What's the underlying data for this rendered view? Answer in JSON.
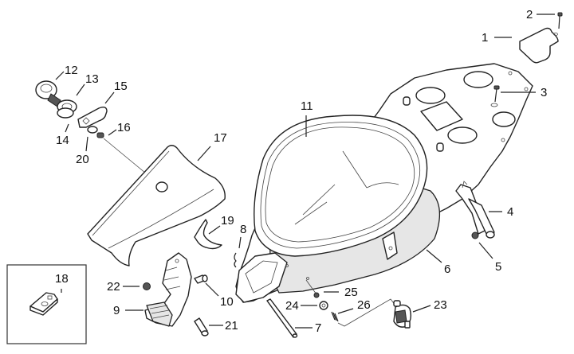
{
  "diagram": {
    "title": "Helmet compartment exploded view",
    "callouts": [
      {
        "id": "1"
      },
      {
        "id": "2"
      },
      {
        "id": "3"
      },
      {
        "id": "4"
      },
      {
        "id": "5"
      },
      {
        "id": "6"
      },
      {
        "id": "7"
      },
      {
        "id": "8"
      },
      {
        "id": "9"
      },
      {
        "id": "10"
      },
      {
        "id": "11"
      },
      {
        "id": "12"
      },
      {
        "id": "13"
      },
      {
        "id": "14"
      },
      {
        "id": "15"
      },
      {
        "id": "16"
      },
      {
        "id": "17"
      },
      {
        "id": "18"
      },
      {
        "id": "19"
      },
      {
        "id": "20"
      },
      {
        "id": "21"
      },
      {
        "id": "22"
      },
      {
        "id": "23"
      },
      {
        "id": "24"
      },
      {
        "id": "25"
      },
      {
        "id": "26"
      }
    ],
    "parts": {
      "helmet_compartment": "11",
      "lower_body": "6",
      "cover_plate": "1",
      "cover_screw": "2",
      "top_screw": "3",
      "bracket": "4",
      "nut": "5",
      "rod": "7",
      "clip": "8",
      "footrest_bracket": "9",
      "footrest_bolt": "10",
      "lock_cylinder": "12",
      "lock_ring": "13",
      "lock_washer": "14",
      "lock_cam": "15",
      "cam_screw": "16",
      "rear_panel": "17",
      "spring_nut_inset": "18",
      "hook": "19",
      "cam_washer": "20",
      "bolt": "21",
      "bracket_nut": "22",
      "fuel_fitting": "23",
      "grommet": "24",
      "small_screw": "25",
      "spring": "26"
    }
  }
}
